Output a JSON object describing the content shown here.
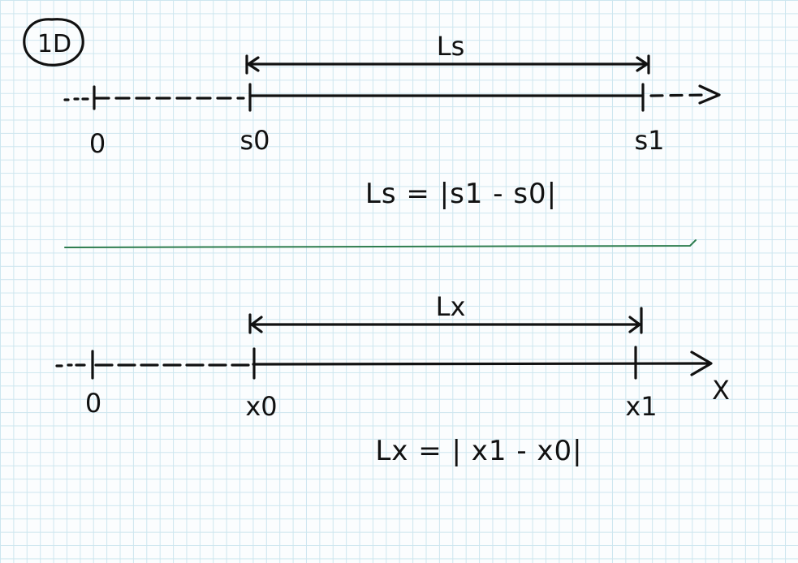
{
  "badge": {
    "text": "1D"
  },
  "top": {
    "length_label": "Ls",
    "origin_label": "0",
    "start_label": "s0",
    "end_label": "s1",
    "formula": "Ls = |s1 - s0|"
  },
  "bottom": {
    "length_label": "Lx",
    "origin_label": "0",
    "start_label": "x0",
    "end_label": "x1",
    "axis_label": "X",
    "formula": "Lx = | x1 - x0|"
  },
  "colors": {
    "ink": "#111111",
    "divider": "#2e7d4f",
    "grid": "#cde6ef"
  }
}
